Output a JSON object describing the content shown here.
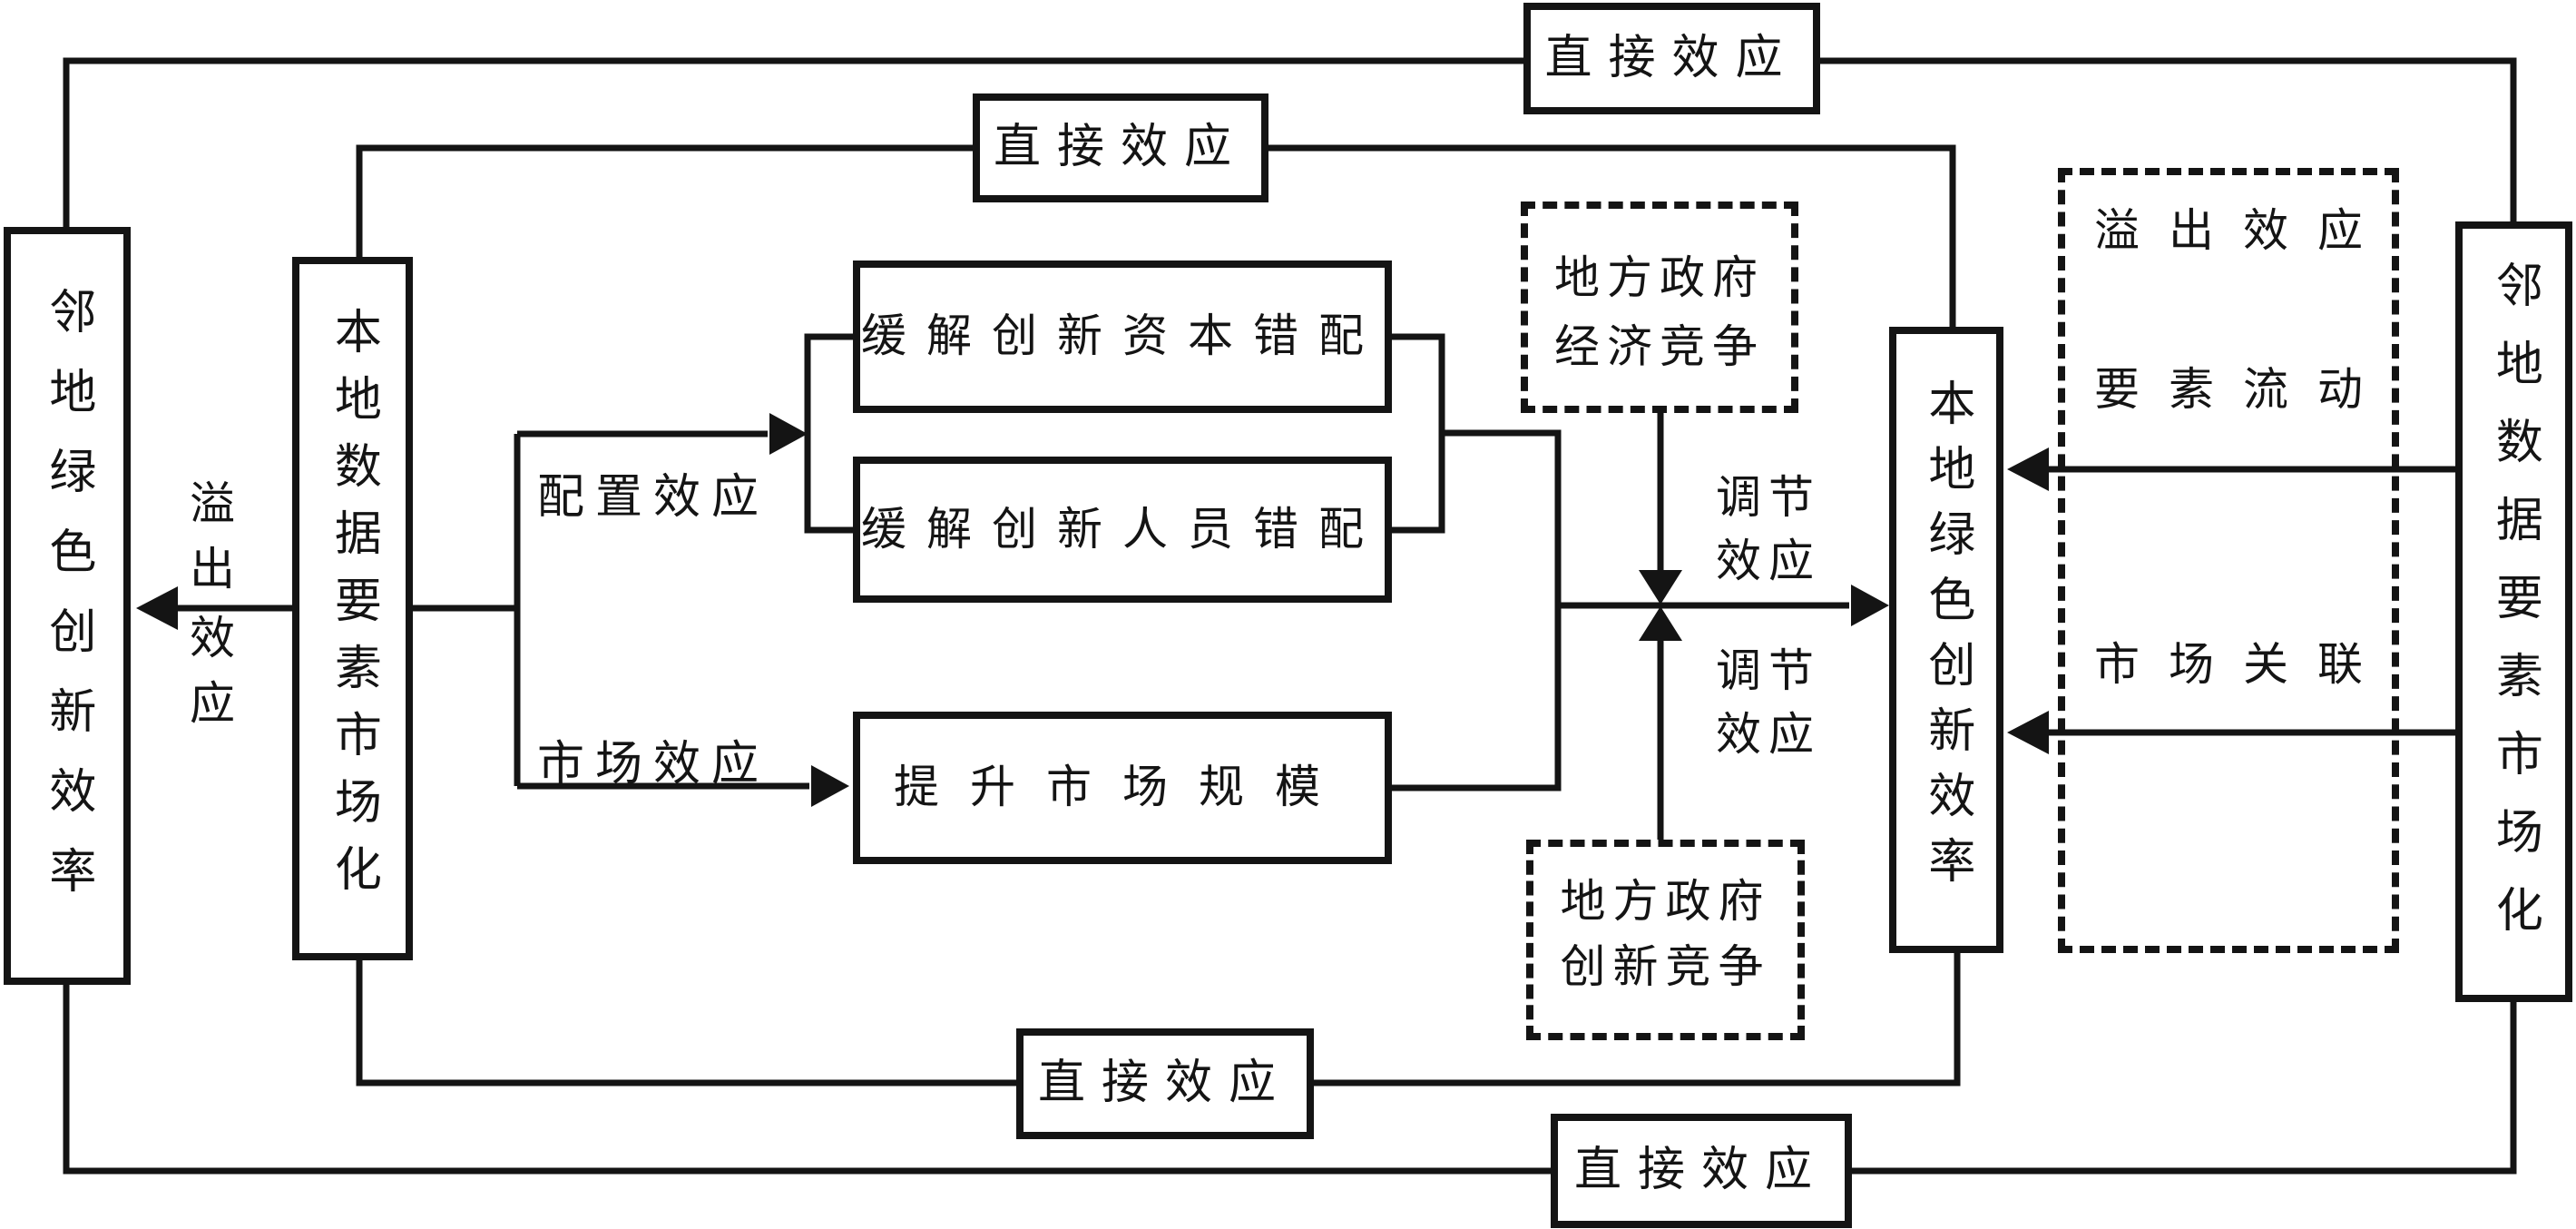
{
  "nodes": {
    "neighbor_green_efficiency": {
      "label": "邻地绿色创新效率"
    },
    "local_data_marketization": {
      "label": "本地数据要素市场化"
    },
    "ease_innovation_capital_misallocation": {
      "label": "缓解创新资本错配"
    },
    "ease_innovation_personnel_misallocation": {
      "label": "缓解创新人员错配"
    },
    "expand_market_scale": {
      "label": "提升市场规模"
    },
    "local_green_efficiency": {
      "label": "本地绿色创新效率"
    },
    "neighbor_data_marketization": {
      "label": "邻地数据要素市场化"
    },
    "local_gov_economic_competition": {
      "line1": "地方政府",
      "line2": "经济竞争"
    },
    "local_gov_innovation_competition": {
      "line1": "地方政府",
      "line2": "创新竞争"
    },
    "spillover_channels": {
      "item1": "溢出效应",
      "item2": "要素流动",
      "item3": "市场关联"
    }
  },
  "edge_labels": {
    "direct_effect_outer_top": "直接效应",
    "direct_effect_inner_top": "直接效应",
    "direct_effect_inner_bottom": "直接效应",
    "direct_effect_outer_bottom": "直接效应",
    "spillover_effect_part1": "溢出",
    "spillover_effect_part2": "效应",
    "allocation_effect": "配置效应",
    "market_effect": "市场效应",
    "moderating_effect_upper": "调节效应",
    "moderating_effect_lower": "调节效应"
  },
  "colors": {
    "ink": "#141414",
    "background": "#ffffff"
  }
}
